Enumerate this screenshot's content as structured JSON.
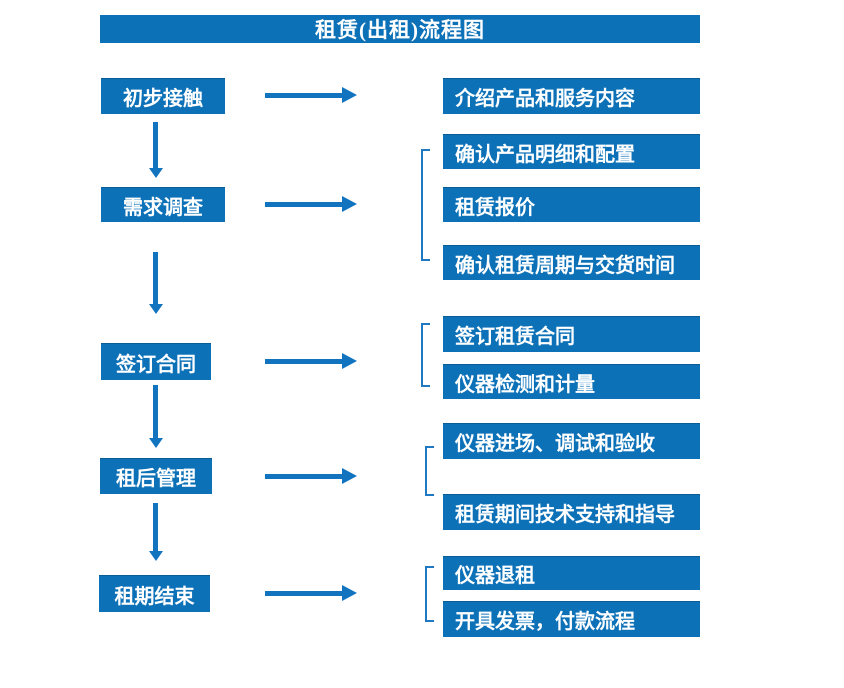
{
  "title": "租赁(出租)流程图",
  "colors": {
    "accent_blue": "#0d71b8",
    "arrow_blue": "#1273bf",
    "bracket_blue": "#1e78c2",
    "box_text": "#ffffff",
    "background": "#ffffff"
  },
  "steps": [
    {
      "label": "初步接触",
      "outputs": [
        "介绍产品和服务内容"
      ]
    },
    {
      "label": "需求调查",
      "outputs": [
        "确认产品明细和配置",
        "租赁报价",
        "确认租赁周期与交货时间"
      ]
    },
    {
      "label": "签订合同",
      "outputs": [
        "签订租赁合同",
        "仪器检测和计量"
      ]
    },
    {
      "label": "租后管理",
      "outputs": [
        "仪器进场、调试和验收",
        "租赁期间技术支持和指导"
      ]
    },
    {
      "label": "租期结束",
      "outputs": [
        "仪器退租",
        "开具发票，付款流程"
      ]
    }
  ]
}
